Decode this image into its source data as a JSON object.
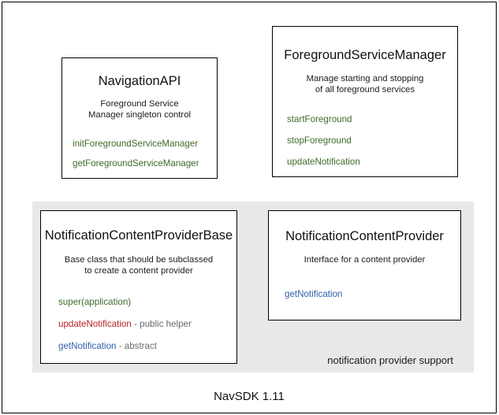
{
  "diagram": {
    "footer_caption": "NavSDK 1.11",
    "group_panel": {
      "label": "notification provider support",
      "background_color": "#e8e8e8"
    },
    "colors": {
      "method_green": "#3f6b2b",
      "method_red": "#b5211f",
      "method_blue": "#2f5fa8",
      "suffix_gray": "#6a6a6a",
      "border": "#000000",
      "text": "#111111"
    },
    "boxes": [
      {
        "id": "navigation-api",
        "title": "NavigationAPI",
        "description_lines": [
          "Foreground Service",
          "Manager singleton control"
        ],
        "members": [
          {
            "name": "initForegroundServiceManager",
            "suffix": "",
            "color": "green"
          },
          {
            "name": "getForegroundServiceManager",
            "suffix": "",
            "color": "green"
          }
        ]
      },
      {
        "id": "foreground-service-manager",
        "title": "ForegroundServiceManager",
        "description_lines": [
          "Manage starting and stopping",
          "of all foreground services"
        ],
        "members": [
          {
            "name": "startForeground",
            "suffix": "",
            "color": "green"
          },
          {
            "name": "stopForeground",
            "suffix": "",
            "color": "green"
          },
          {
            "name": "updateNotification",
            "suffix": "",
            "color": "green"
          }
        ]
      },
      {
        "id": "notification-content-provider-base",
        "title": "NotificationContentProviderBase",
        "description_lines": [
          "Base class that should be subclassed",
          "to create a content provider"
        ],
        "members": [
          {
            "name": "super(application)",
            "suffix": "",
            "color": "green"
          },
          {
            "name": "updateNotification",
            "suffix": " - public helper",
            "color": "red"
          },
          {
            "name": "getNotification",
            "suffix": " - abstract",
            "color": "blue"
          }
        ]
      },
      {
        "id": "notification-content-provider",
        "title": "NotificationContentProvider",
        "description_lines": [
          "Interface for a content provider"
        ],
        "members": [
          {
            "name": "getNotification",
            "suffix": "",
            "color": "blue"
          }
        ]
      }
    ]
  }
}
